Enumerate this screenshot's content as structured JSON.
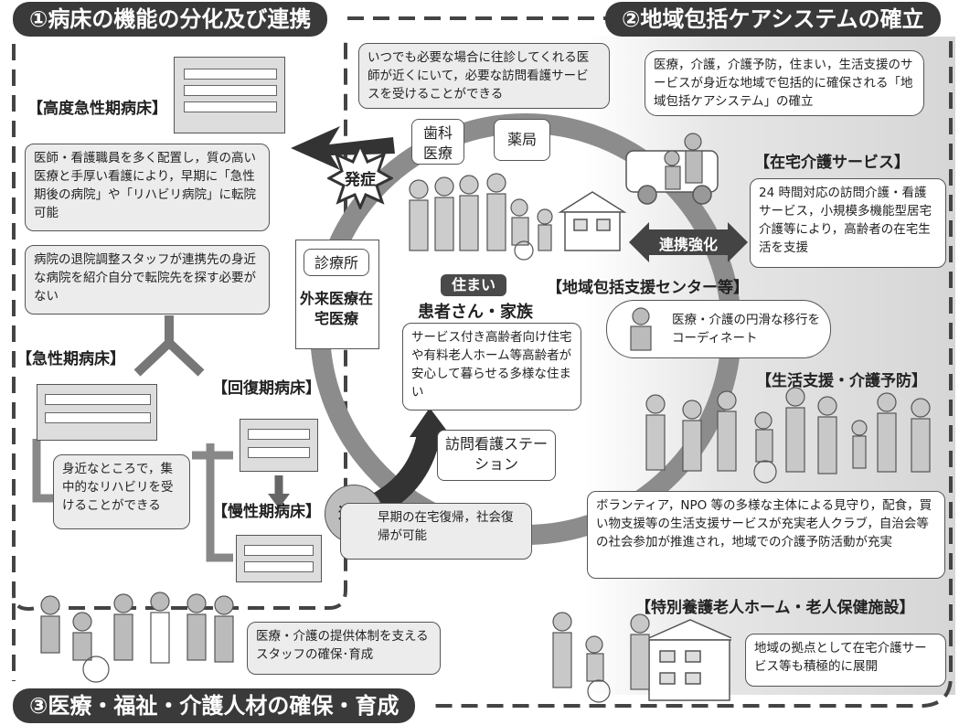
{
  "banners": {
    "b1": "①病床の機能の分化及び連携",
    "b2": "②地域包括ケアシステムの確立",
    "b3": "③医療・福祉・介護人材の確保・育成"
  },
  "left": {
    "koudo_title": "【高度急性期病床】",
    "koudo_text": "医師・看護職員を多く配置し，質の高い医療と手厚い看護により，早期に「急性期後の病院」や「リハビリ病院」に転院可能",
    "taiin_text": "病院の退院調整スタッフが連携先の身近な病院を紹介自分で転院先を探す必要がない",
    "kyusei_title": "【急性期病床】",
    "kaifuku_title": "【回復期病床】",
    "rihabiri_text": "身近なところで，集中的なリハビリを受けることができる",
    "mansei_title": "【慢性期病床】",
    "taiin_label": "退院",
    "fukki_text": "早期の在宅復帰，社会復帰が可能",
    "staff_text": "医療・介護の提供体制を支えるスタッフの確保･育成"
  },
  "center": {
    "top_text": "いつでも必要な場合に往診してくれる医師が近くにいて，必要な訪問看護サービスを受けることができる",
    "shika": "歯科医療",
    "yakkyoku": "薬局",
    "hassho": "発症",
    "shinryojo": "診療所",
    "gairai": "外来医療在宅医療",
    "sumai": "住まい",
    "kanja": "患者さん・家族",
    "sumai_text": "サービス付き高齢者向け住宅や有料老人ホーム等高齢者が安心して暮らせる多様な住まい",
    "houmon": "訪問看護ステーション"
  },
  "right": {
    "intro_text": "医療，介護，介護予防，住まい，生活支援のサービスが身近な地域で包括的に確保される「地域包括ケアシステム」の確立",
    "zaitaku_title": "【在宅介護サービス】",
    "zaitaku_text": "24 時間対応の訪問介護・看護サービス，小規模多機能型居宅介護等により，高齢者の在宅生活を支援",
    "renkei": "連携強化",
    "center_title": "【地域包括支援センター等】",
    "coord_text": "医療・介護の円滑な移行をコーディネート",
    "seikatsu_title": "【生活支援・介護予防】",
    "volunteer_text": "ボランティア，NPO 等の多様な主体による見守り，配食，買い物支援等の生活支援サービスが充実老人クラブ，自治会等の社会参加が推進され，地域での介護予防活動が充実",
    "tokuyo_title": "【特別養護老人ホーム・老人保健施設】",
    "kyoten_text": "地域の拠点として在宅介護サービス等も積極的に展開"
  },
  "colors": {
    "banner": "#3a3a3a",
    "ring": "#8c8c8c",
    "shade": "#e0e0e0"
  }
}
